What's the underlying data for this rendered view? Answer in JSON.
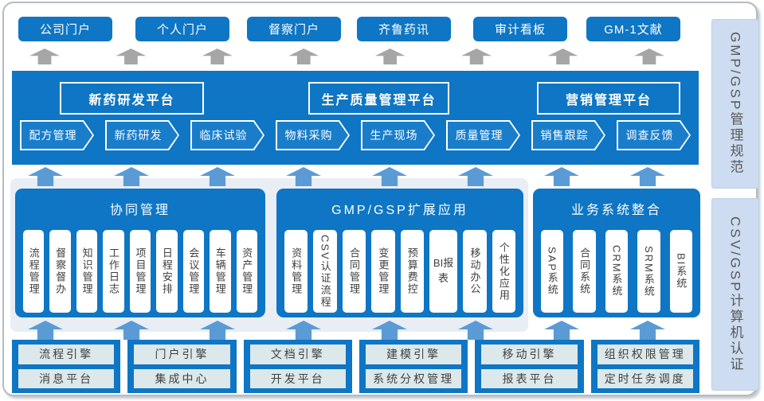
{
  "colors": {
    "primary_blue": "#0e76c4",
    "chevron_blue": "#1a7dca",
    "arrow_blue": "#5b9bd5",
    "arrow_gray": "#a6a6a6",
    "panel_bg": "#e9eef5",
    "foundation_cell_bg": "#dce8ea",
    "sidebar_bg": "#cddcf0",
    "text_dark": "#404040",
    "text_gray": "#595959"
  },
  "top_portals": [
    "公司门户",
    "个人门户",
    "督察门户",
    "齐鲁药讯",
    "审计看板",
    "GM-1文献"
  ],
  "platforms": [
    "新药研发平台",
    "生产质量管理平台",
    "营销管理平台"
  ],
  "chevrons": [
    "配方管理",
    "新药研发",
    "临床试验",
    "物料采购",
    "生产现场",
    "质量管理",
    "销售跟踪",
    "调查反馈"
  ],
  "middle": [
    {
      "title": "协同管理",
      "items": [
        "流程管理",
        "督察督办",
        "知识管理",
        "工作日志",
        "项目管理",
        "日程安排",
        "会议管理",
        "车辆管理",
        "资产管理"
      ]
    },
    {
      "title": "GMP/GSP扩展应用",
      "items": [
        "资料管理",
        "CSV认证流程",
        "合同管理",
        "变更管理",
        "预算费控",
        "BI报表",
        "移动办公",
        "个性化应用"
      ]
    },
    {
      "title": "业务系统整合",
      "items": [
        "SAP系统",
        "合同系统",
        "CRM系统",
        "SRM系统",
        "BI系统"
      ]
    }
  ],
  "foundation": [
    {
      "top": "流程引擎",
      "bottom": "消息平台"
    },
    {
      "top": "门户引擎",
      "bottom": "集成中心"
    },
    {
      "top": "文档引擎",
      "bottom": "开发平台"
    },
    {
      "top": "建模引擎",
      "bottom": "系统分权管理"
    },
    {
      "top": "移动引擎",
      "bottom": "报表平台"
    },
    {
      "top": "组织权限管理",
      "bottom": "定时任务调度"
    }
  ],
  "sidebar": [
    "GMP/GSP管理规范",
    "CSV/GSP计算机认证"
  ]
}
